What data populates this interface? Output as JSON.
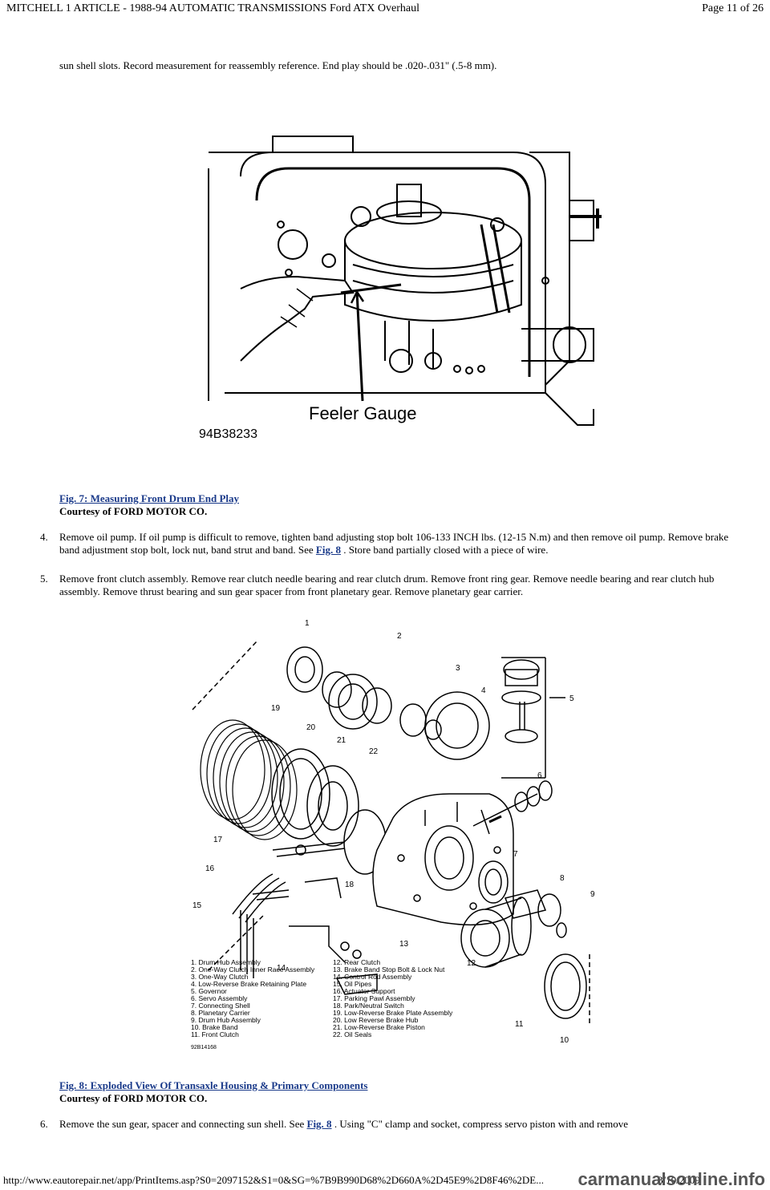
{
  "header": {
    "title": "MITCHELL 1 ARTICLE - 1988-94 AUTOMATIC TRANSMISSIONS Ford ATX Overhaul",
    "page": "Page 11 of 26"
  },
  "intro_text": "sun shell slots. Record measurement for reassembly reference. End play should be .020-.031\" (.5-8 mm).",
  "figure7": {
    "label_feeler": "Feeler Gauge",
    "code": "94B38233",
    "caption_link": "Fig. 7: Measuring Front Drum End Play",
    "courtesy": "Courtesy of FORD MOTOR CO."
  },
  "step4": {
    "num": "4.",
    "text_a": "Remove oil pump. If oil pump is difficult to remove, tighten band adjusting stop bolt 106-133 INCH lbs. (12-15 N.m) and then remove oil pump. Remove brake band adjustment stop bolt, lock nut, band strut and band. See ",
    "link": "Fig. 8",
    "text_b": " . Store band partially closed with a piece of wire."
  },
  "step5": {
    "num": "5.",
    "text": "Remove front clutch assembly. Remove rear clutch needle bearing and rear clutch drum. Remove front ring gear. Remove needle bearing and rear clutch hub assembly. Remove thrust bearing and sun gear spacer from front planetary gear. Remove planetary gear carrier."
  },
  "figure8": {
    "code": "92B14168",
    "callouts": [
      "1",
      "2",
      "3",
      "4",
      "5",
      "6",
      "7",
      "8",
      "9",
      "10",
      "11",
      "12",
      "13",
      "14",
      "15",
      "16",
      "17",
      "18",
      "19",
      "20",
      "21",
      "22"
    ],
    "legend_left": [
      "1. Drum Hub Assembly",
      "2. One-Way Clutch Inner Race Assembly",
      "3. One-Way Clutch",
      "4. Low-Reverse Brake Retaining Plate",
      "5. Governor",
      "6. Servo Assembly",
      "7. Connecting Shell",
      "8. Planetary Carrier",
      "9. Drum Hub Assembly",
      "10. Brake Band",
      "11. Front Clutch"
    ],
    "legend_right": [
      "12. Rear Clutch",
      "13. Brake Band Stop Bolt & Lock Nut",
      "14. Control Rod Assembly",
      "15. Oil Pipes",
      "16. Actuator Support",
      "17. Parking Pawl Assembly",
      "18. Park/Neutral Switch",
      "19. Low-Reverse Brake Plate Assembly",
      "20. Low Reverse Brake Hub",
      "21. Low-Reverse Brake Piston",
      "22. Oil Seals"
    ],
    "caption_link": "Fig. 8: Exploded View Of Transaxle Housing & Primary Components",
    "courtesy": "Courtesy of FORD MOTOR CO."
  },
  "step6": {
    "num": "6.",
    "text_a": "Remove the sun gear, spacer and connecting sun shell. See ",
    "link": "Fig. 8",
    "text_b": " . Using \"C\" clamp and socket, compress servo piston with and remove"
  },
  "footer": {
    "url": "http://www.eautorepair.net/app/PrintItems.asp?S0=2097152&S1=0&SG=%7B9B990D68%2D660A%2D45E9%2D8F46%2DE...",
    "date": "3/10/2009",
    "watermark": "carmanualsonline.info"
  }
}
